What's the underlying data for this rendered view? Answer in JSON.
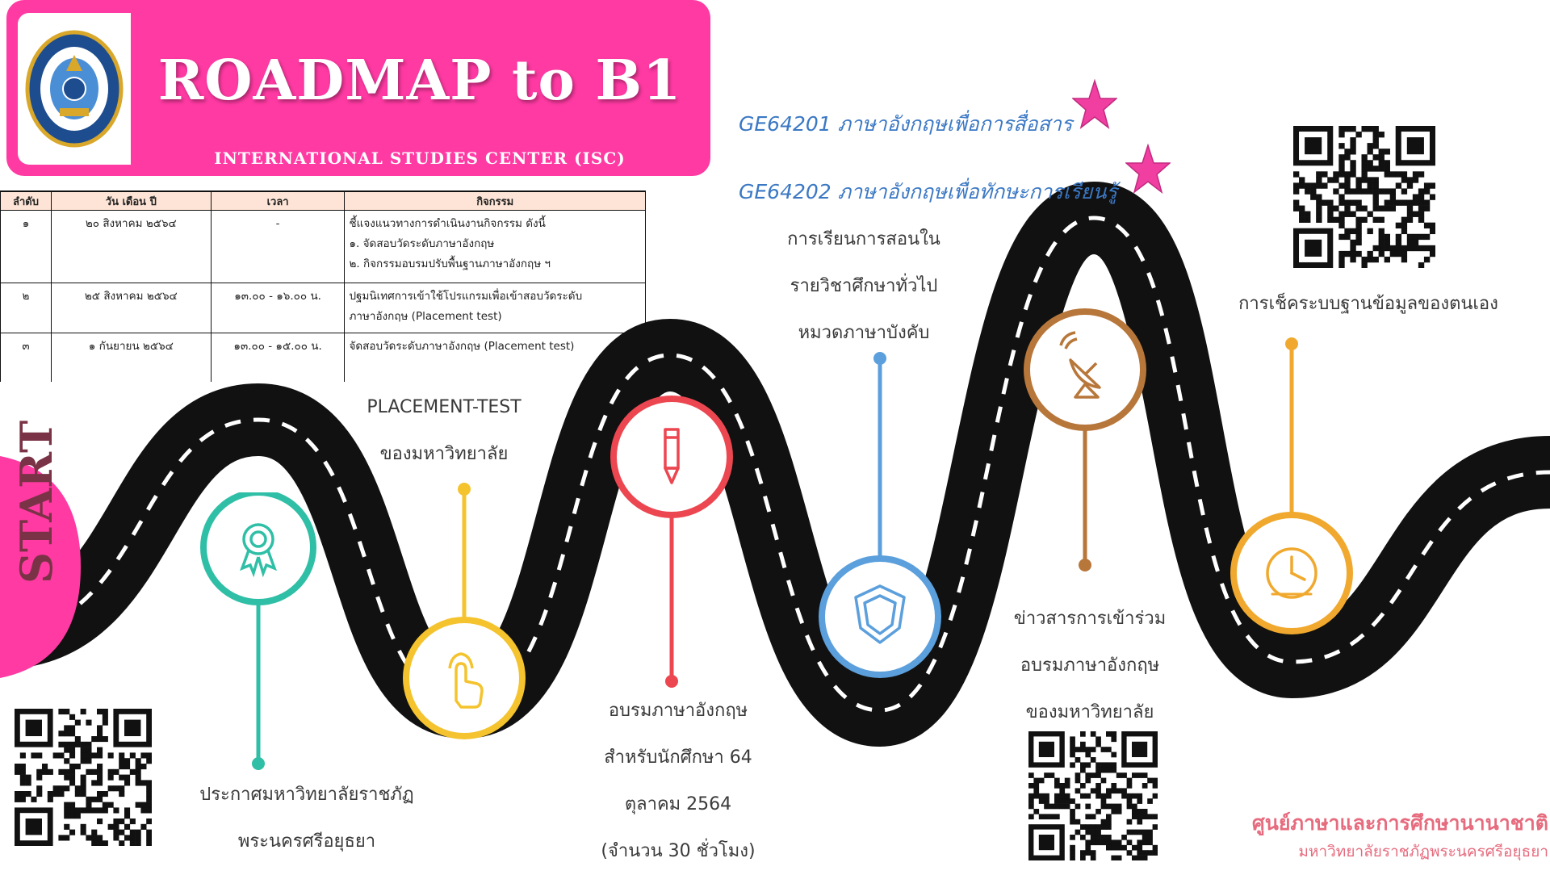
{
  "header": {
    "title": "ROADMAP to B1",
    "subtitle": "INTERNATIONAL STUDIES CENTER (ISC)",
    "logo_icon": "university-seal-icon"
  },
  "schedule": {
    "headers": [
      "ลำดับ",
      "วัน เดือน ปี",
      "เวลา",
      "กิจกรรม"
    ],
    "rows": [
      {
        "no": "๑",
        "date": "๒๐ สิงหาคม ๒๕๖๔",
        "time": "-",
        "activity": [
          "ชี้แจงแนวทางการดำเนินงานกิจกรรม ดังนี้",
          "๑. จัดสอบวัดระดับภาษาอังกฤษ",
          "๒. กิจกรรมอบรมปรับพื้นฐานภาษาอังกฤษ ฯ"
        ]
      },
      {
        "no": "๒",
        "date": "๒๕ สิงหาคม ๒๕๖๔",
        "time": "๑๓.๐๐ - ๑๖.๐๐ น.",
        "activity": [
          "ปฐมนิเทศการเข้าใช้โปรแกรมเพื่อเข้าสอบวัดระดับ",
          "ภาษาอังกฤษ (Placement test)"
        ]
      },
      {
        "no": "๓",
        "date": "๑ กันยายน ๒๕๖๔",
        "time": "๑๓.๐๐ - ๑๕.๐๐ น.",
        "activity": [
          "จัดสอบวัดระดับภาษาอังกฤษ (Placement test)"
        ]
      }
    ]
  },
  "start_label": "START",
  "courses": [
    "GE64201 ภาษาอังกฤษเพื่อการสื่อสาร",
    "GE64202 ภาษาอังกฤษเพื่อทักษะการเรียนรู้"
  ],
  "milestones": {
    "announcement": [
      "ประกาศมหาวิทยาลัยราชภัฏ",
      "พระนครศรีอยุธยา"
    ],
    "placement": [
      "PLACEMENT-TEST",
      "ของมหาวิทยาลัย"
    ],
    "training": [
      "อบรมภาษาอังกฤษ",
      "สำหรับนักศึกษา 64",
      "ตุลาคม 2564",
      "(จำนวน 30 ชั่วโมง)"
    ],
    "general_ed": [
      "การเรียนการสอนใน",
      "รายวิชาศึกษาทั่วไป",
      "หมวดภาษาบังคับ"
    ],
    "news": [
      "ข่าวสารการเข้าร่วม",
      "อบรมภาษาอังกฤษ",
      "ของมหาวิทยาลัย"
    ],
    "check": [
      "การเช็คระบบฐานข้อมูลของตนเอง"
    ]
  },
  "icons": [
    "ribbon-badge-icon",
    "tap-finger-icon",
    "pencil-icon",
    "shield-icon",
    "satellite-dish-icon",
    "clock-icon",
    "qr-code-icon",
    "star-icon"
  ],
  "footer": {
    "center_name": "ศูนย์ภาษาและการศึกษานานาชาติ",
    "university": "มหาวิทยาลัยราชภัฏพระนครศรีอยุธยา"
  },
  "colors": {
    "header_pink": "#ff3aa3",
    "teal": "#2fbfa6",
    "yellow": "#f4c32e",
    "red": "#ec4650",
    "blue": "#5b9fdc",
    "brown": "#b8773a",
    "orange": "#f0a92e",
    "course_blue": "#3b78c4",
    "footer_pink": "#e66b7e",
    "star_pink": "#f03fa0"
  }
}
